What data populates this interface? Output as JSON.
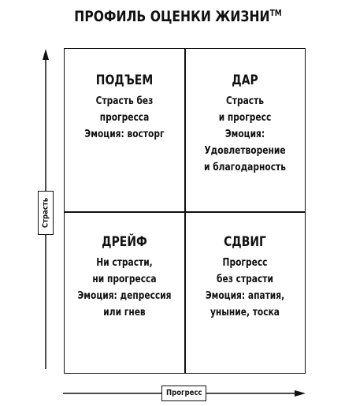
{
  "title": "ПРОФИЛЬ ОЦЕНКИ ЖИЗНИ",
  "title_mark": "TM",
  "axes": {
    "y_label": "Страсть",
    "x_label": "Прогресс"
  },
  "quadrants": {
    "top_left": {
      "title": "ПОДЪЕМ",
      "lines": [
        "Страсть без",
        "прогресса",
        "Эмоция: восторг"
      ]
    },
    "top_right": {
      "title": "ДАР",
      "lines": [
        "Страсть",
        "и прогресс",
        "Эмоция:",
        "Удовлетворение",
        "и благодарность"
      ]
    },
    "bottom_left": {
      "title": "ДРЕЙФ",
      "lines": [
        "Ни страсти,",
        "ни прогресса",
        "Эмоция: депрессия",
        "или гнев"
      ]
    },
    "bottom_right": {
      "title": "СДВИГ",
      "lines": [
        "Прогресс",
        "без страсти",
        "Эмоция: апатия,",
        "уныние, тоска"
      ]
    }
  }
}
